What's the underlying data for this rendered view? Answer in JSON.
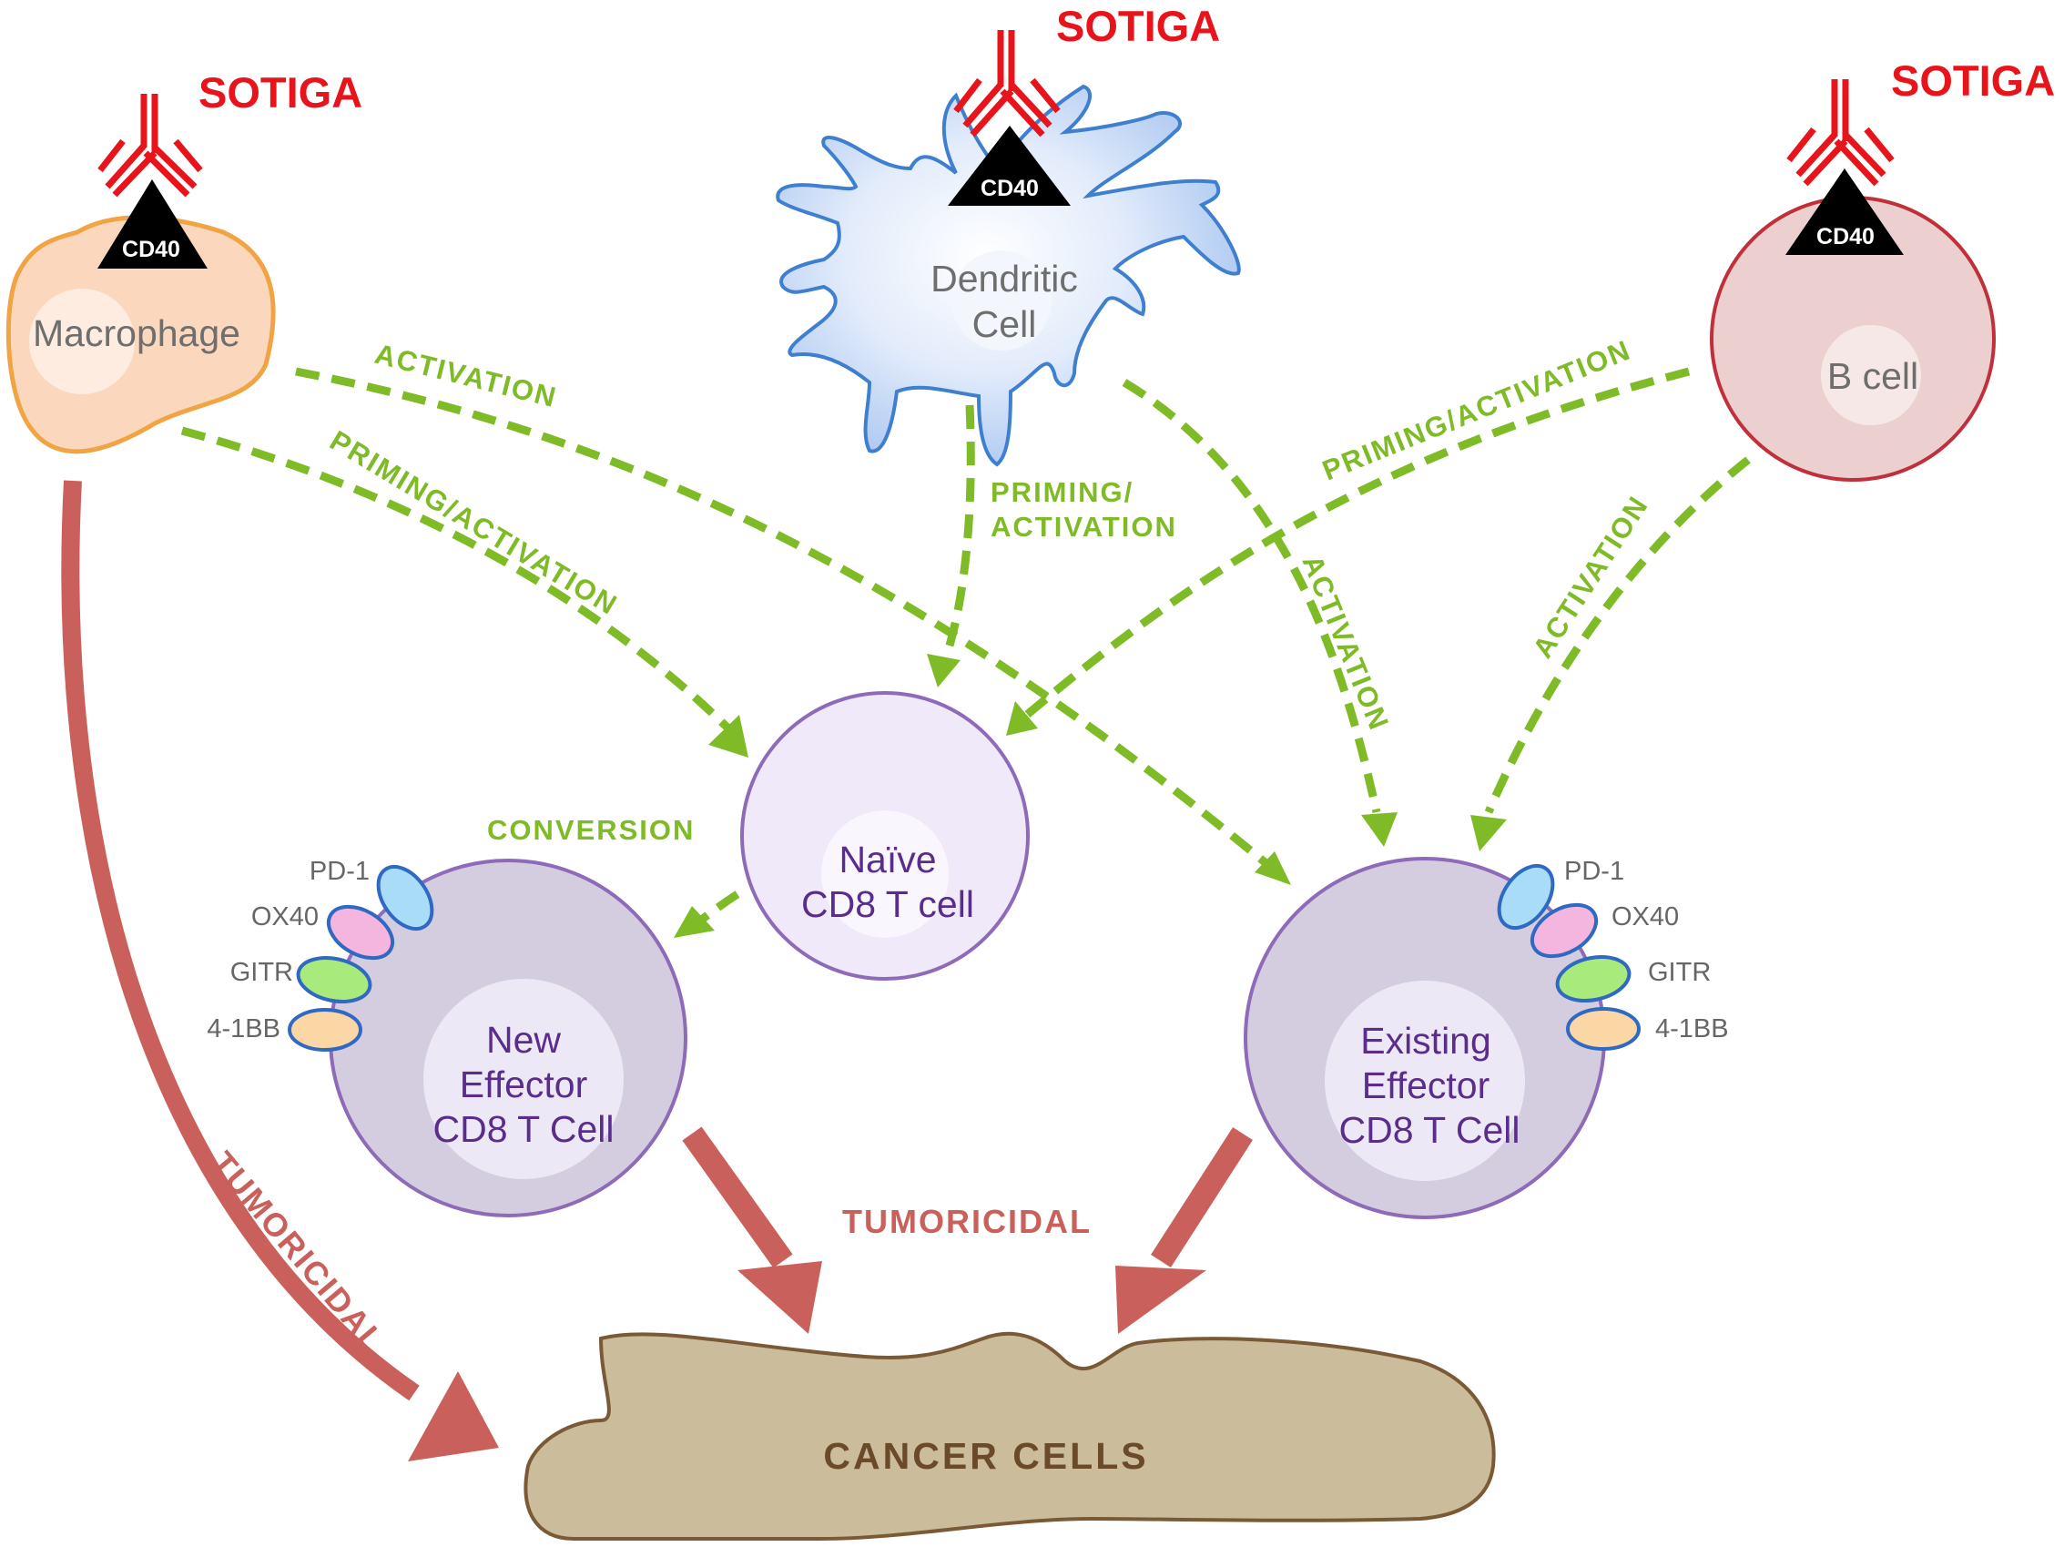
{
  "drug_label": "SOTIGA",
  "receptor_label": "CD40",
  "cells": {
    "macrophage": "Macrophage",
    "dendritic_line1": "Dendritic",
    "dendritic_line2": "Cell",
    "bcell": "B cell",
    "naive_line1": "Naïve",
    "naive_line2": "CD8 T cell",
    "new_effector_line1": "New",
    "new_effector_line2": "Effector",
    "new_effector_line3": "CD8 T Cell",
    "existing_effector_line1": "Existing",
    "existing_effector_line2": "Effector",
    "existing_effector_line3": "CD8 T Cell",
    "cancer": "CANCER CELLS"
  },
  "markers": [
    "PD-1",
    "OX40",
    "GITR",
    "4-1BB"
  ],
  "arrow_labels": {
    "activation": "ACTIVATION",
    "priming_activation": "PRIMING/ACTIVATION",
    "priming_line1": "PRIMING/",
    "priming_line2": "ACTIVATION",
    "conversion": "CONVERSION",
    "tumoricidal": "TUMORICIDAL"
  },
  "colors": {
    "drug": "#e8141b",
    "activation_arrows": "#7fba27",
    "tumoricidal_arrows": "#c9605b",
    "macrophage_fill": "#fbd8bd",
    "macrophage_outline": "#f0a443",
    "dendritic_outline": "#3f7fcf",
    "bcell_fill": "#ecd0d0",
    "bcell_outline": "#c0303a",
    "tcell_fill": "#d4cde0",
    "tcell_outline": "#8d6bb8",
    "cancer_fill": "#cbbd9c",
    "cancer_outline": "#7a5a36",
    "pd1": "#a9dcf7",
    "ox40": "#f4b6df",
    "gitr": "#a9ea7d",
    "4-1bb": "#fbd7a5"
  }
}
